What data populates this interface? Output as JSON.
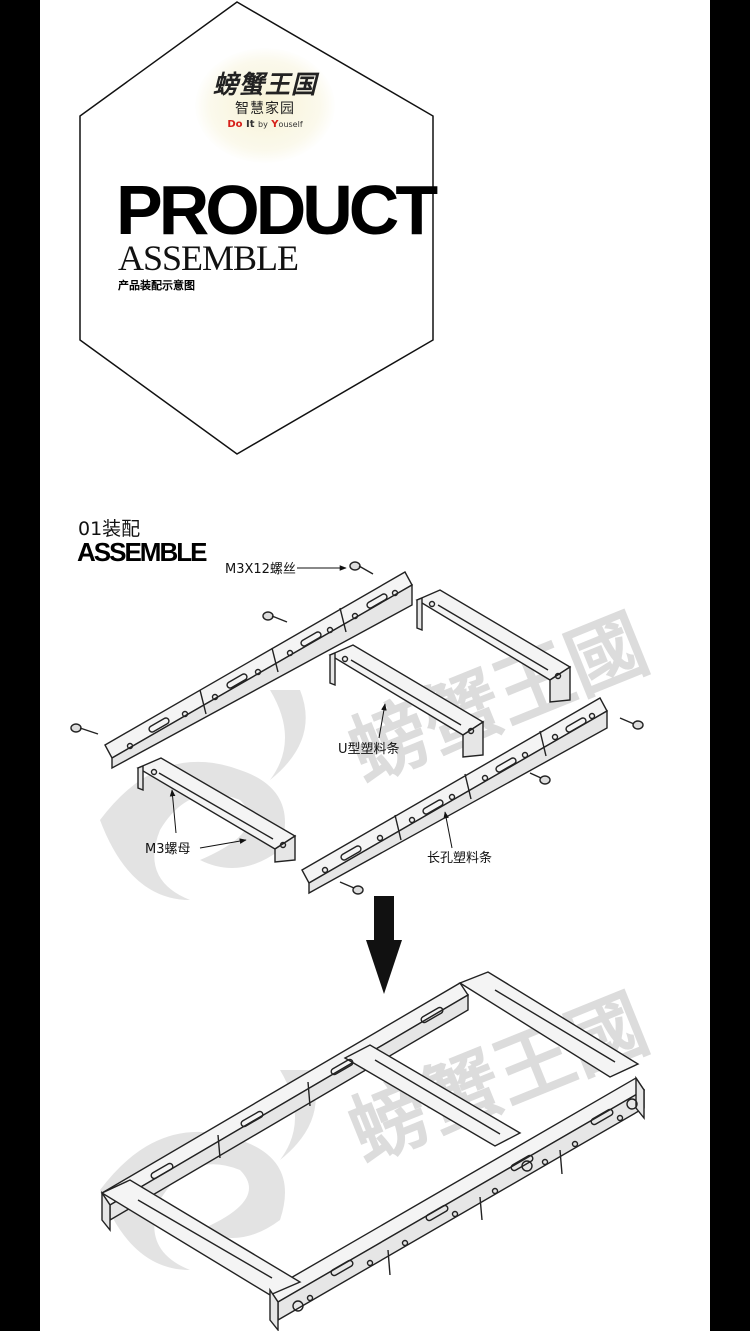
{
  "logo": {
    "brand": "螃蟹王国",
    "subtitle": "智慧家园",
    "slogan_do": "Do",
    "slogan_it": "It",
    "slogan_by": "by",
    "slogan_y": "Y",
    "slogan_rest": "ouself"
  },
  "header": {
    "title": "PRODUCT",
    "subtitle": "ASSEMBLE",
    "caption_cn": "产品装配示意图"
  },
  "section": {
    "number": "01装配",
    "title": "ASSEMBLE"
  },
  "labels": {
    "screw": "M3X12螺丝",
    "u_bar": "U型塑料条",
    "nut": "M3螺母",
    "long_bar": "长孔塑料条"
  },
  "watermark": "螃蟹王國",
  "colors": {
    "frame": "#000000",
    "page": "#ffffff",
    "part_stroke": "#222222",
    "part_fill": "#f2f2f2",
    "watermark": "#d9d9d9"
  }
}
